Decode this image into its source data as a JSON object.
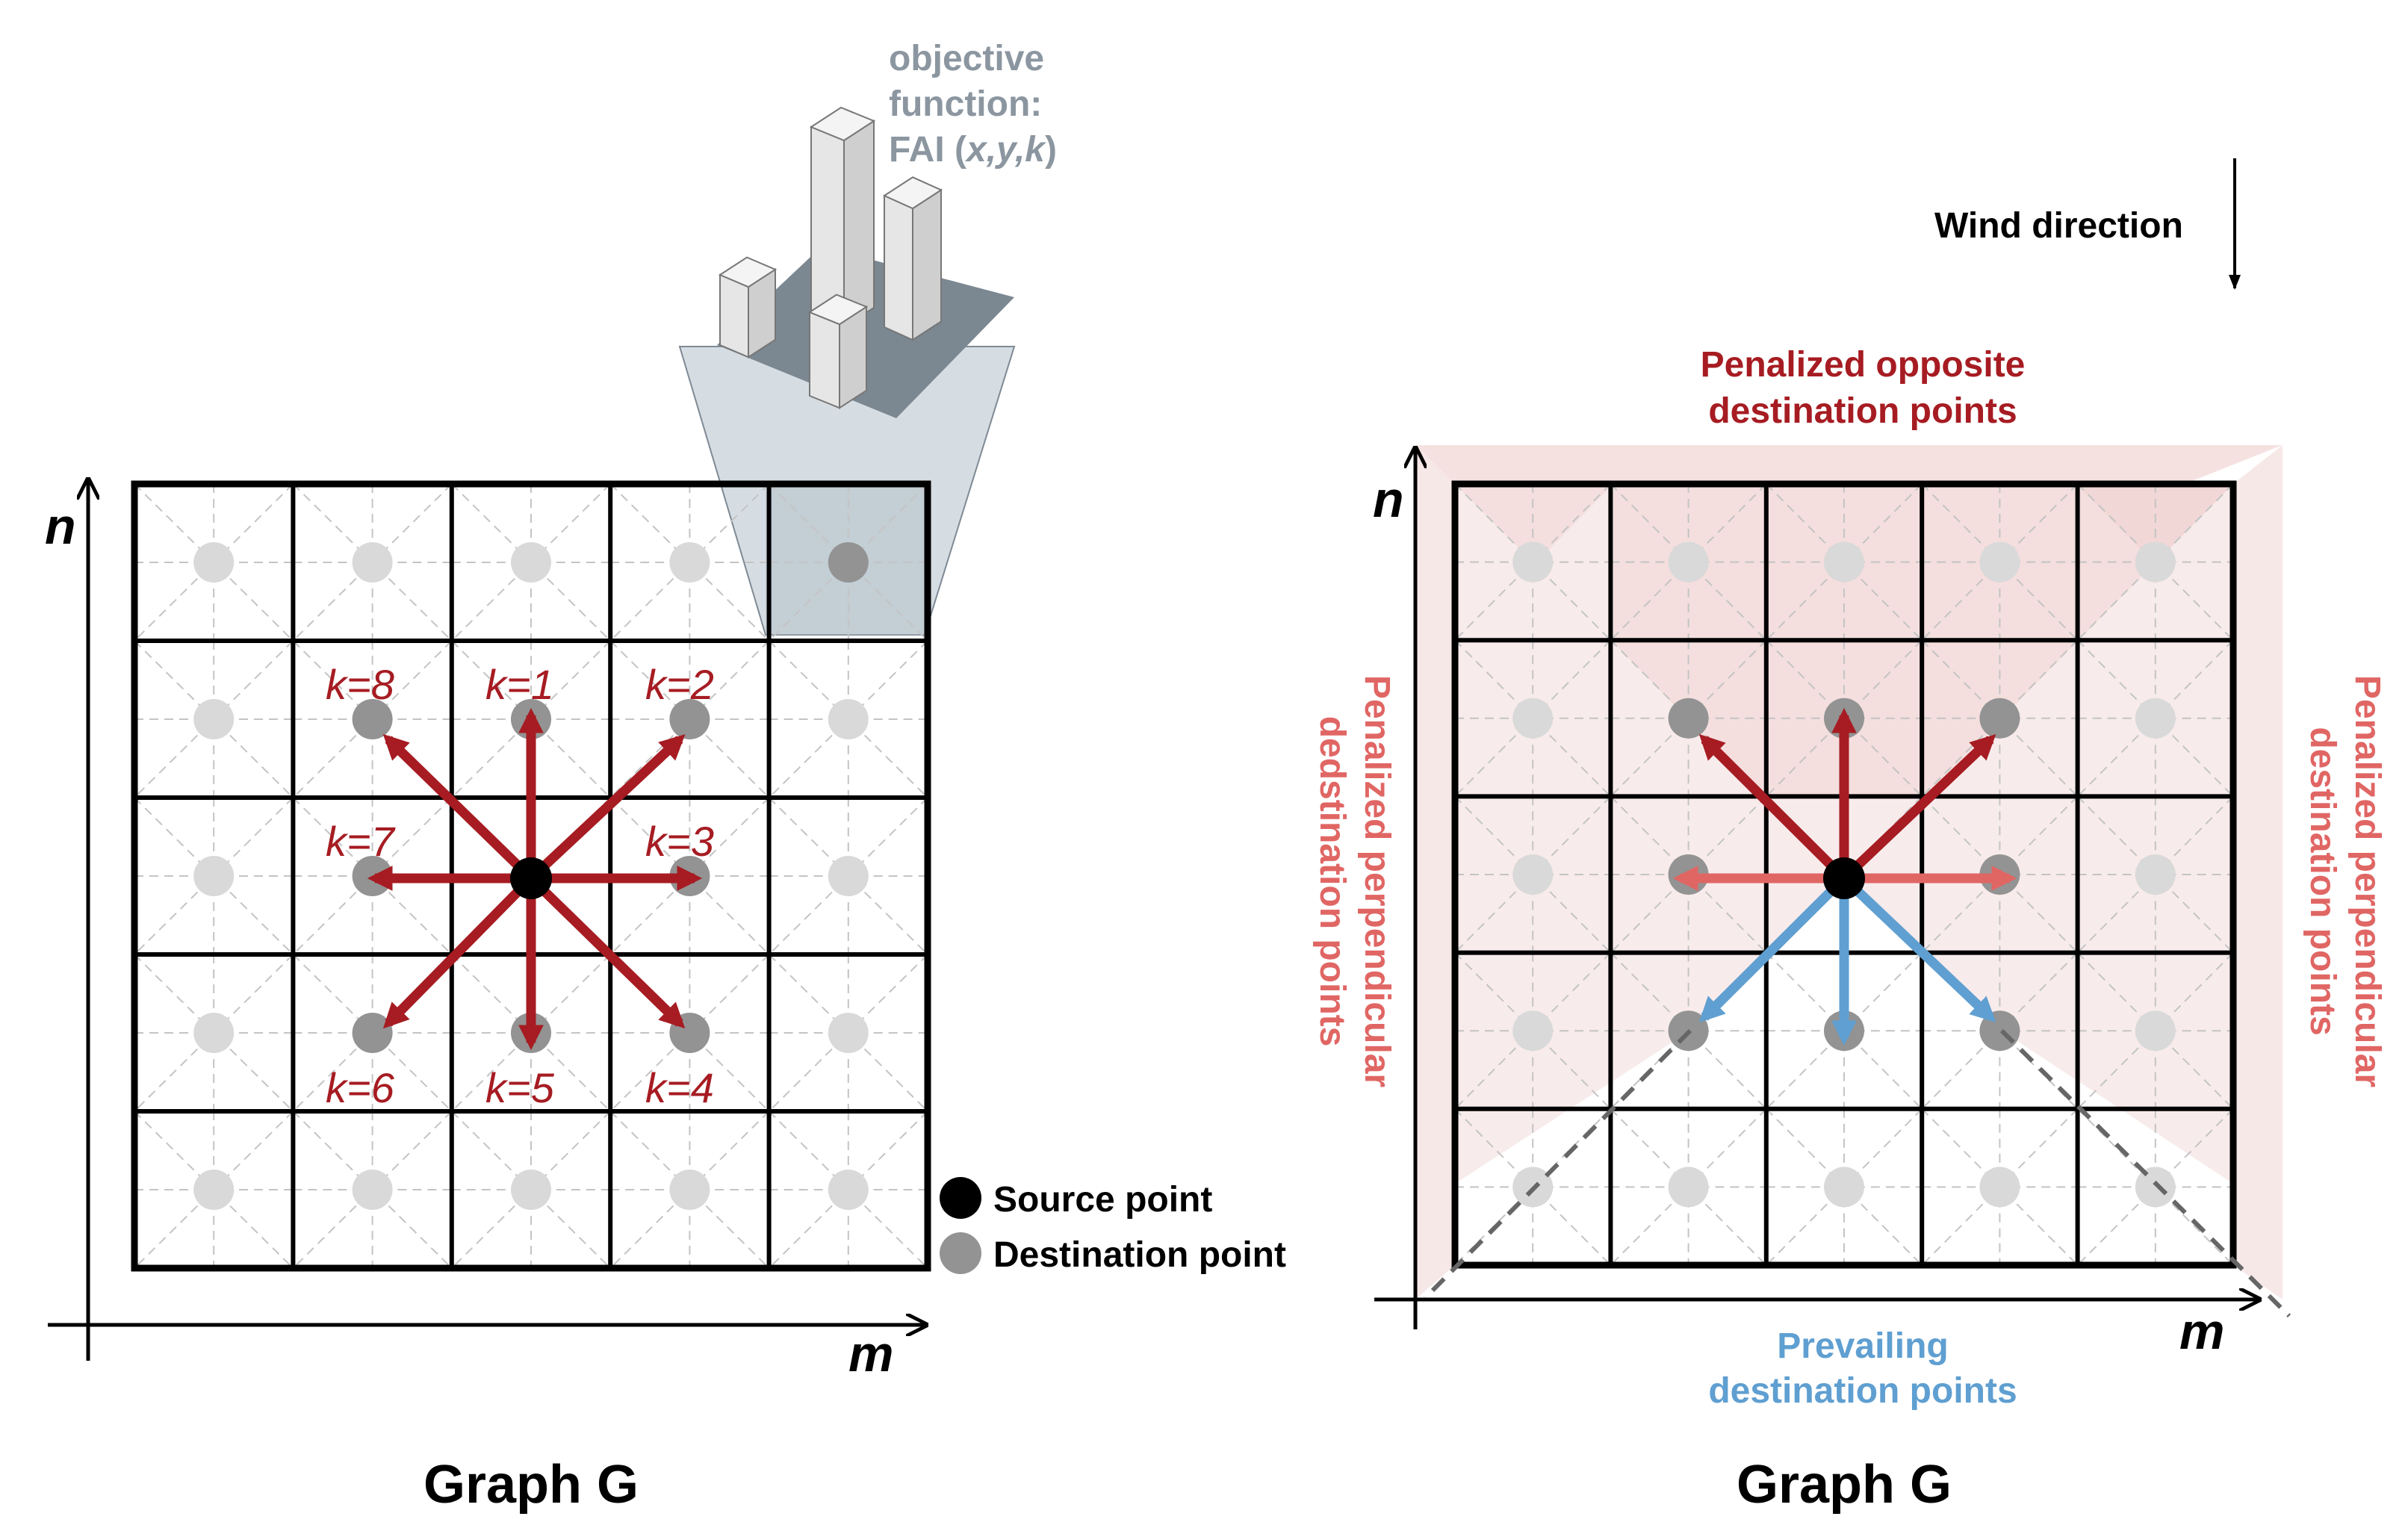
{
  "left_panel": {
    "axis_n": "n",
    "axis_m": "m",
    "caption": "Graph G",
    "objective": {
      "line1": "objective",
      "line2": "function:",
      "line3_prefix": "FAI (",
      "line3_vars": "x,y,k",
      "line3_suffix": ")"
    },
    "k_labels": [
      "k=1",
      "k=2",
      "k=3",
      "k=4",
      "k=5",
      "k=6",
      "k=7",
      "k=8"
    ],
    "legend": {
      "source": "Source point",
      "destination": "Destination point"
    }
  },
  "right_panel": {
    "axis_n": "n",
    "axis_m": "m",
    "caption": "Graph G",
    "wind_direction": "Wind direction",
    "penalized_opposite": [
      "Penalized opposite",
      "destination points"
    ],
    "penalized_perpendicular_left": [
      "Penalized perpendicular",
      "dedstination points"
    ],
    "penalized_perpendicular_right": [
      "Penalized perpendicular",
      "destination points"
    ],
    "prevailing": [
      "Prevailing",
      "destination points"
    ]
  },
  "colors": {
    "arrow_red": "#a61c22",
    "arrow_light_red": "#e06664",
    "arrow_blue": "#5f9fd1",
    "text_red": "#a61c22",
    "text_light_red": "#e06664",
    "text_blue": "#5f9fd1",
    "text_gray": "#8b96a0",
    "dot_light": "#d9d9d9",
    "dot_dark": "#939393",
    "source": "#000000",
    "pink_zone": "#f6e4e4"
  },
  "icons": [
    "building-block-icon",
    "wind-arrow-icon"
  ]
}
